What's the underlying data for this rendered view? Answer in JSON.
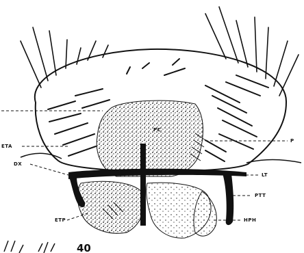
{
  "figure": {
    "number": "40",
    "ink_color": "#111111",
    "paper_color": "#ffffff",
    "labels": {
      "pc": "PC",
      "eta": "ETA",
      "dx": "DX",
      "lt": "LT",
      "ptt": "PTT",
      "etp": "ETP",
      "hph": "HPH",
      "p": "P"
    }
  }
}
